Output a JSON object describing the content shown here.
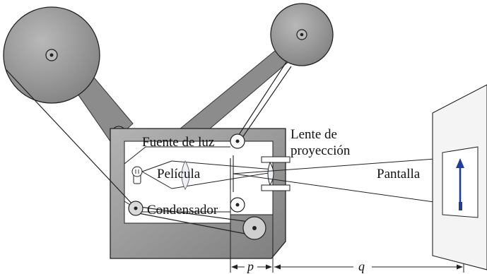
{
  "labels": {
    "light_source": "Fuente de luz",
    "lens_line1": "Lente de",
    "lens_line2": "proyección",
    "film": "Película",
    "screen": "Pantalla",
    "condenser": "Condensador"
  },
  "dimensions": {
    "p": "p",
    "q": "q"
  },
  "colors": {
    "body_fill": "#9a9a9a",
    "reel_fill": "#8f8f8f",
    "screen_image": "#1f3d99",
    "line": "#1a1a1a",
    "background": "#ffffff"
  },
  "icons": [
    "reel-icon",
    "lamp-icon",
    "condenser-lens-icon",
    "projection-lens-icon",
    "arrow-image-icon"
  ]
}
